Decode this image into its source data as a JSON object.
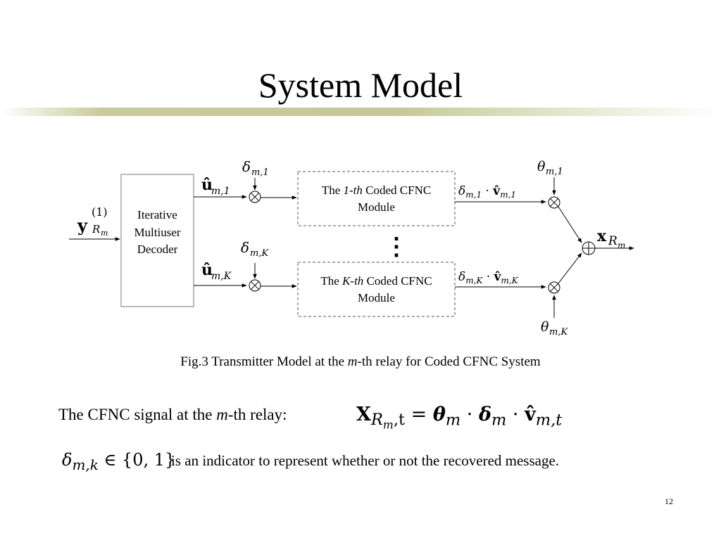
{
  "slide": {
    "title": "System Model",
    "page_number": "12"
  },
  "diagram": {
    "input_label": "y",
    "input_super": "(1)",
    "input_sub": "R",
    "input_subsub": "m",
    "decoder_lines": [
      "Iterative",
      "Multiuser",
      "Decoder"
    ],
    "u1_label": "û",
    "u1_sub": "m,1",
    "uK_label": "û",
    "uK_sub": "m,K",
    "delta1_label": "δ",
    "delta1_sub": "m,1",
    "deltaK_label": "δ",
    "deltaK_sub": "m,K",
    "module1": {
      "prefix": "The ",
      "index": "1-th",
      "suffix": " Coded CFNC",
      "line2": "Module"
    },
    "moduleK": {
      "prefix": "The ",
      "index": "K-th",
      "suffix": " Coded CFNC",
      "line2": "Module"
    },
    "ellipsis": "⋮",
    "out1_delta": "δ",
    "out1_delta_sub": "m,1",
    "out1_dot": " · ",
    "out1_v": "v̂",
    "out1_v_sub": "m,1",
    "outK_delta": "δ",
    "outK_delta_sub": "m,K",
    "outK_dot": " · ",
    "outK_v": "v̂",
    "outK_v_sub": "m,K",
    "theta1_label": "θ",
    "theta1_sub": "m,1",
    "thetaK_label": "θ",
    "thetaK_sub": "m,K",
    "output_label": "x",
    "output_sub": "R",
    "output_subsub": "m",
    "caption_prefix": "Fig.3 Transmitter Model at the ",
    "caption_m": "m",
    "caption_suffix": "-th relay for Coded CFNC System"
  },
  "body": {
    "signal_prefix": "The CFNC signal at the ",
    "signal_m": "m",
    "signal_suffix": "-th relay:",
    "formula_x": "X",
    "formula_x_sub": "R",
    "formula_x_subsub": "m",
    "formula_x_sub2": ",t",
    "formula_eq": " = ",
    "formula_theta": "θ",
    "formula_theta_sub": "m",
    "formula_dot1": " · ",
    "formula_delta": "δ",
    "formula_delta_sub": "m",
    "formula_dot2": " · ",
    "formula_v": "v̂",
    "formula_v_sub": "m,t",
    "indicator_delta": "δ",
    "indicator_sub": "m,k",
    "indicator_set": " ∈ {0, 1}",
    "indicator_text": "is an indicator to represent whether or not the recovered message."
  }
}
